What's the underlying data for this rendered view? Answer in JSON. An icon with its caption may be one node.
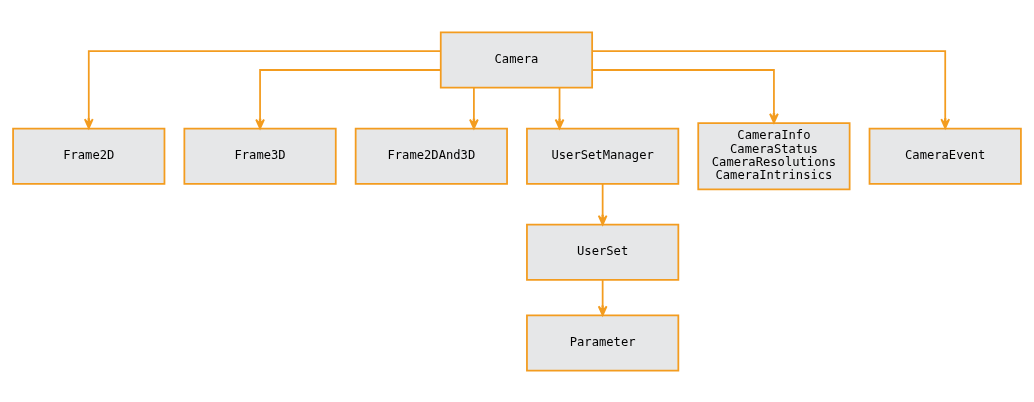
{
  "diagram": {
    "nodes": [
      {
        "text": [
          "Camera"
        ]
      },
      {
        "text": [
          "Frame2D"
        ]
      },
      {
        "text": [
          "Frame3D"
        ]
      },
      {
        "text": [
          "Frame2DAnd3D"
        ]
      },
      {
        "text": [
          "UserSetManager"
        ]
      },
      {
        "text": [
          "CameraInfo",
          "CameraStatus",
          "CameraResolutions",
          "CameraIntrinsics"
        ]
      },
      {
        "text": [
          "CameraEvent"
        ]
      },
      {
        "text": [
          "UserSet"
        ]
      },
      {
        "text": [
          "Parameter"
        ]
      }
    ],
    "edges": [
      {
        "from": 0,
        "to": 1,
        "arrow": "to"
      },
      {
        "from": 0,
        "to": 2,
        "arrow": "to"
      },
      {
        "from": 0,
        "to": 3,
        "arrow": "to"
      },
      {
        "from": 0,
        "to": 4,
        "arrow": "to"
      },
      {
        "from": 0,
        "to": 5,
        "arrow": "to"
      },
      {
        "from": 0,
        "to": 6,
        "arrow": "to"
      },
      {
        "from": 4,
        "to": 7,
        "arrow": "to"
      },
      {
        "from": 7,
        "to": 8,
        "arrow": "to"
      }
    ]
  }
}
